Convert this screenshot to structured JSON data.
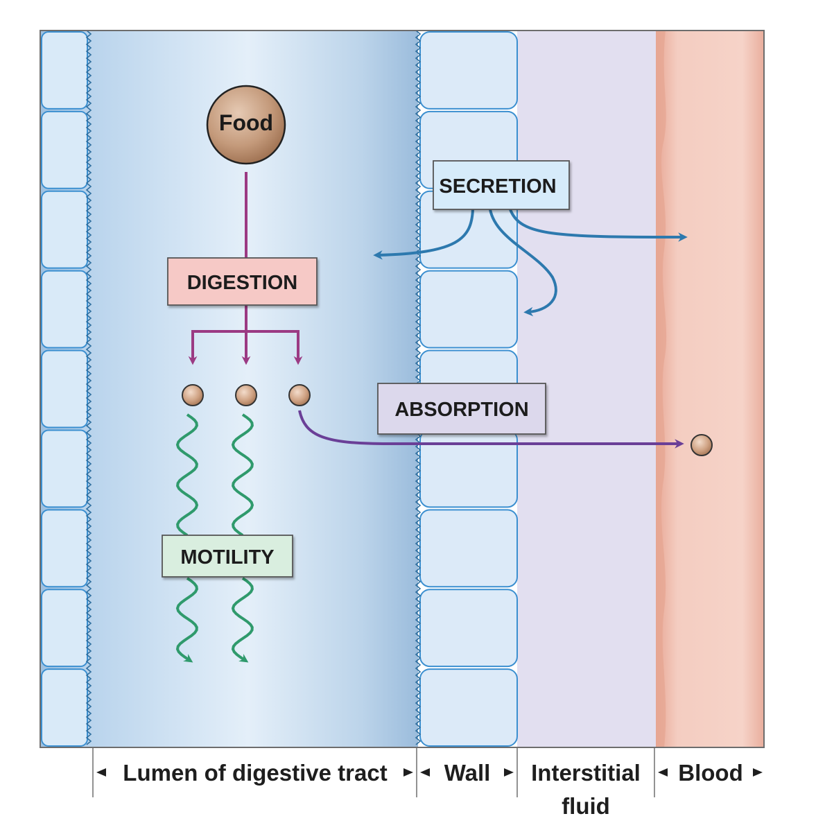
{
  "nodes": {
    "food": "Food",
    "digestion": "DIGESTION",
    "secretion": "SECRETION",
    "absorption": "ABSORPTION",
    "motility": "MOTILITY"
  },
  "regions": {
    "lumen": "Lumen of digestive tract",
    "wall": "Wall",
    "interstitial_line1": "Interstitial",
    "interstitial_line2": "fluid",
    "blood": "Blood"
  },
  "colors": {
    "digestion_arrows": "#9b3a83",
    "secretion_arrows": "#2d79ae",
    "absorption_arrow": "#6a3f97",
    "motility_arrows": "#2f9a6c",
    "digestion_box": "#f6c9c6",
    "secretion_box": "#d6ebfa",
    "absorption_box": "#dcd8ec",
    "motility_box": "#d9eedf",
    "interstitial_fill": "#e2dff0",
    "blood_fill": "#f2c4b8"
  }
}
